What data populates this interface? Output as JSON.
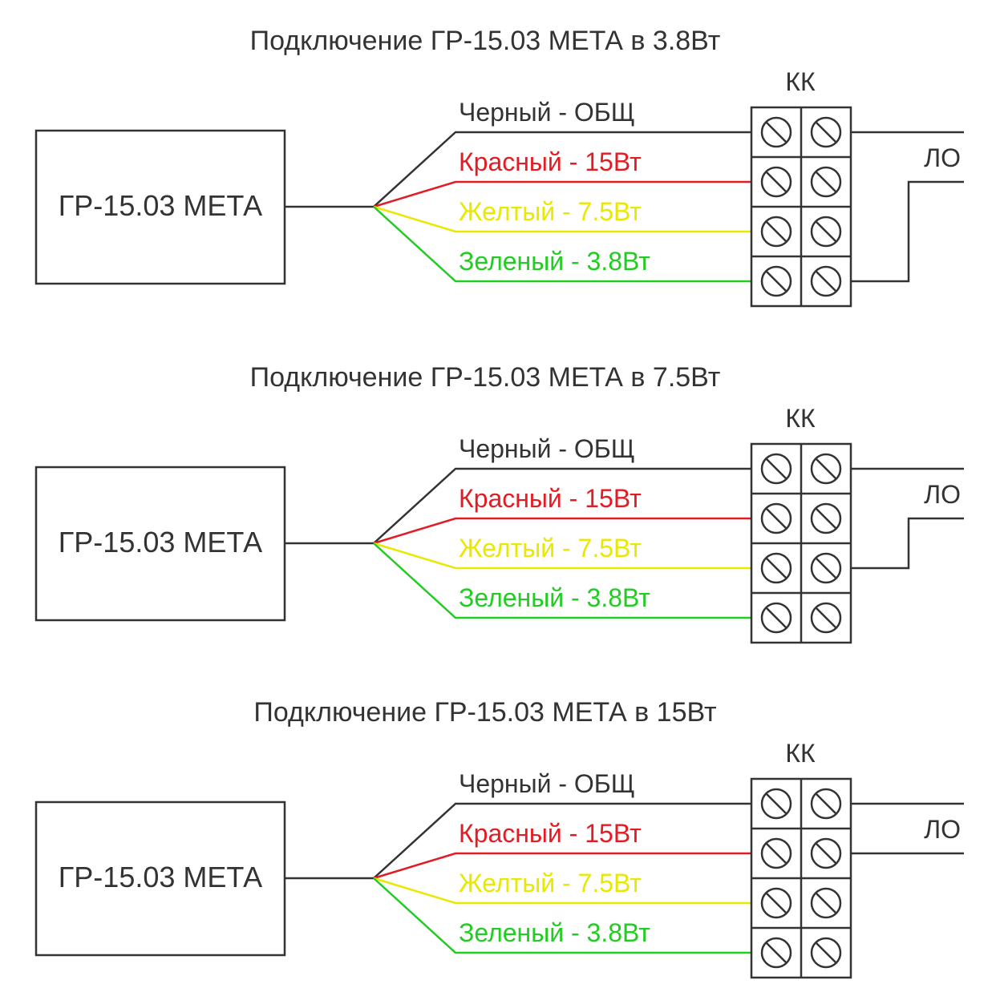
{
  "colors": {
    "black": "#333333",
    "red": "#e31b23",
    "yellow": "#e8e800",
    "green": "#22cc22"
  },
  "wire_labels": [
    {
      "text": "Черный - ОБЩ",
      "color": "black"
    },
    {
      "text": "Красный - 15Вт",
      "color": "red"
    },
    {
      "text": "Желтый - 7.5Вт",
      "color": "yellow"
    },
    {
      "text": "Зеленый - 3.8Вт",
      "color": "green"
    }
  ],
  "panels": [
    {
      "title": "Подключение ГР-15.03 МЕТА в 3.8Вт",
      "device": "ГР-15.03 МЕТА",
      "terminal": "КК",
      "line": "ЛО",
      "line_terminals": [
        0,
        3
      ]
    },
    {
      "title": "Подключение ГР-15.03 МЕТА в 7.5Вт",
      "device": "ГР-15.03 МЕТА",
      "terminal": "КК",
      "line": "ЛО",
      "line_terminals": [
        0,
        2
      ]
    },
    {
      "title": "Подключение ГР-15.03 МЕТА в 15Вт",
      "device": "ГР-15.03 МЕТА",
      "terminal": "КК",
      "line": "ЛО",
      "line_terminals": [
        0,
        1
      ]
    }
  ]
}
